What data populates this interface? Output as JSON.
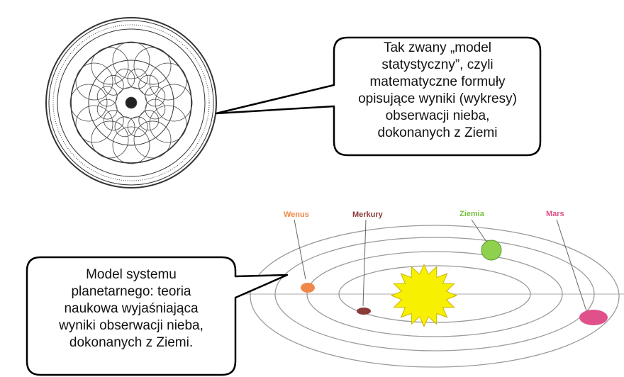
{
  "callout_top": {
    "lines": [
      "Tak zwany „model",
      "statystyczny”, czyli",
      "matematyczne formuły",
      "opisujące wyniki (wykresy)",
      "obserwacji nieba,",
      "dokonanych z Ziemi"
    ]
  },
  "callout_bottom": {
    "lines": [
      "Model systemu",
      "planetarnego: teoria",
      "naukowa wyjaśniająca",
      "wyniki obserwacji nieba,",
      "dokonanych z Ziemi."
    ]
  },
  "planets": {
    "wenus": {
      "label": "Wenus",
      "color": "#f0884a"
    },
    "merkury": {
      "label": "Merkury",
      "color": "#8b3a3a"
    },
    "ziemia": {
      "label": "Ziemia",
      "color": "#8fd14f"
    },
    "mars": {
      "label": "Mars",
      "color": "#e0508a"
    }
  },
  "colors": {
    "sun": "#f7f000",
    "orbit": "#9a9a9a"
  }
}
